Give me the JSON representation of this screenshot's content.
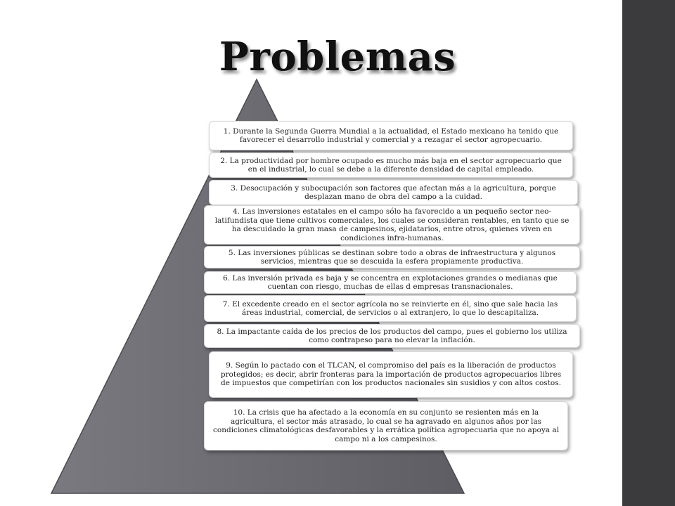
{
  "slide": {
    "title": "Problemas",
    "colors": {
      "pyramid": "#6e6d74",
      "side_bar": "#3b3b3d",
      "box": "#ffffff"
    }
  },
  "items": [
    "1. Durante la Segunda Guerra Mundial a la actualidad, el Estado mexicano ha tenido que favorecer el desarrollo industrial y comercial y a rezagar el sector agropecuario.",
    "2. La productividad por hombre ocupado es mucho más baja en el sector agropecuario que en el industrial, lo cual se debe a la diferente densidad de capital empleado.",
    "3. Desocupación y subocupación son factores que afectan más a la agricultura, porque desplazan mano de obra del campo a la cuidad.",
    "4. Las inversiones estatales en el campo sólo ha favorecido a un pequeño sector neo-latifundista que tiene cultivos comerciales, los cuales se consideran rentables, en tanto que se ha descuidado la gran masa de campesinos, ejidatarios, entre otros, quienes viven en condiciones infra-humanas.",
    "5. Las inversiones públicas se destinan sobre todo a obras de infraestructura y algunos servicios, mientras que se descuida la esfera propiamente productiva.",
    "6. Las inversión privada es baja y se concentra  en explotaciones grandes o medianas que cuentan con riesgo, muchas de ellas d empresas transnacionales.",
    "7. El excedente creado en el sector agrícola no se reinvierte en él, sino que sale hacia las áreas industrial, comercial, de servicios o al extranjero, lo que lo descapitaliza.",
    "8. La impactante caída de los precios de los productos del campo, pues el gobierno los utiliza como contrapeso para no elevar la inflación.",
    "9. Según lo pactado con el TLCAN, el compromiso del país es la liberación de productos protegidos; es decir, abrir fronteras para la importación de productos agropecuarios libres de impuestos que competirían con los productos nacionales sin susidios y con altos costos.",
    "10. La crisis que ha afectado a la economía en su conjunto se resienten más en la agricultura, el sector más atrasado, lo cual se ha agravado en algunos años por las condiciones climatológicas desfavorables y la errática política agropecuaria que no apoya al campo ni a los campesinos."
  ]
}
